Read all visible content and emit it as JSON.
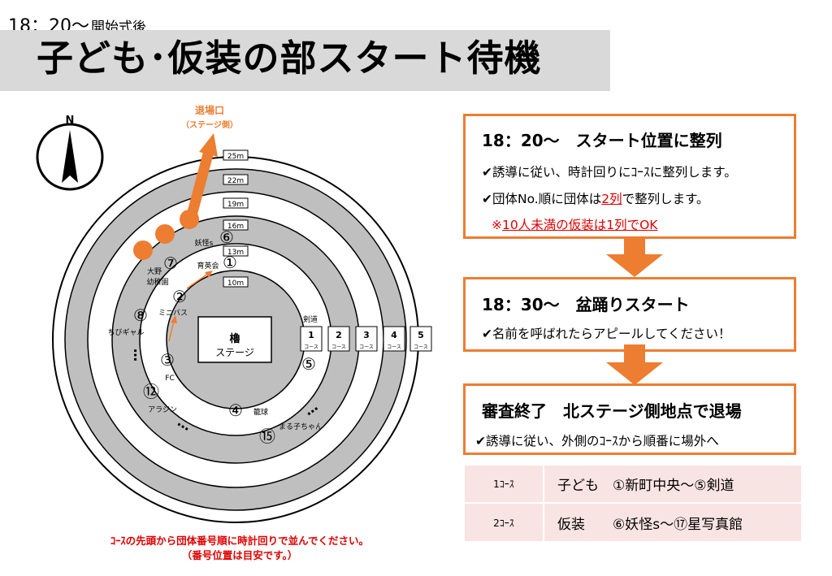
{
  "header": {
    "time": "18：20～",
    "time_suffix": "開始式後",
    "title": "子ども･仮装の部スタート待機"
  },
  "diagram": {
    "north": "N",
    "exit_label": "退場口",
    "exit_sub": "（ステージ側）",
    "center_line1": "櫓",
    "center_line2": "ステージ",
    "distance_markers": [
      "25m",
      "22m",
      "19m",
      "16m",
      "13m",
      "10m"
    ],
    "courses": [
      {
        "num": "1",
        "label": "コース"
      },
      {
        "num": "2",
        "label": "コース"
      },
      {
        "num": "3",
        "label": "コース"
      },
      {
        "num": "4",
        "label": "コース"
      },
      {
        "num": "5",
        "label": "コース"
      }
    ],
    "groups": [
      {
        "num": "①",
        "name": "育英会"
      },
      {
        "num": "②",
        "name": "ミニバス"
      },
      {
        "num": "③",
        "name": "FC"
      },
      {
        "num": "④",
        "name": "籠球"
      },
      {
        "num": "⑤",
        "name": "剣道"
      },
      {
        "num": "⑥",
        "name": "妖怪s"
      },
      {
        "num": "⑦",
        "name": "大野\n幼稚園"
      },
      {
        "num": "⑧",
        "name": "ちびギャル"
      },
      {
        "num": "⑫",
        "name": "アラジン"
      },
      {
        "num": "⑮",
        "name": "まる子ちゃん"
      }
    ],
    "ellipsis": "…"
  },
  "steps": [
    {
      "title": "18：20～　スタート位置に整列",
      "lines": [
        "✔誘導に従い、時計回りにｺｰｽに整列します。",
        "✔団体No.順に団体は",
        "2列",
        "で整列します。"
      ],
      "note_prefix": "※",
      "note": "10人未満の仮装は1列でOK"
    },
    {
      "title": "18：30～　盆踊りスタート",
      "lines": [
        "✔名前を呼ばれたらアピールしてください！"
      ]
    },
    {
      "title": "審査終了　北ステージ側地点で退場",
      "lines": [
        "✔誘導に従い、外側のｺｰｽから順番に場外へ"
      ]
    }
  ],
  "course_table": [
    {
      "course": "1ｺｰｽ",
      "detail": "子ども　①新町中央～⑤剣道"
    },
    {
      "course": "2ｺｰｽ",
      "detail": "仮装　　⑥妖怪s～⑰星写真館"
    }
  ],
  "footer_note": {
    "line1": "ｺｰｽの先頭から団体番号順に時計回りで並んでください。",
    "line2": "（番号位置は目安です。）"
  },
  "colors": {
    "accent": "#ed7d31",
    "ring_gray": "#bfbfbf",
    "banner_gray": "#d9d9d9",
    "note_red": "#e00000",
    "table_bg": "#f8e4e2"
  }
}
